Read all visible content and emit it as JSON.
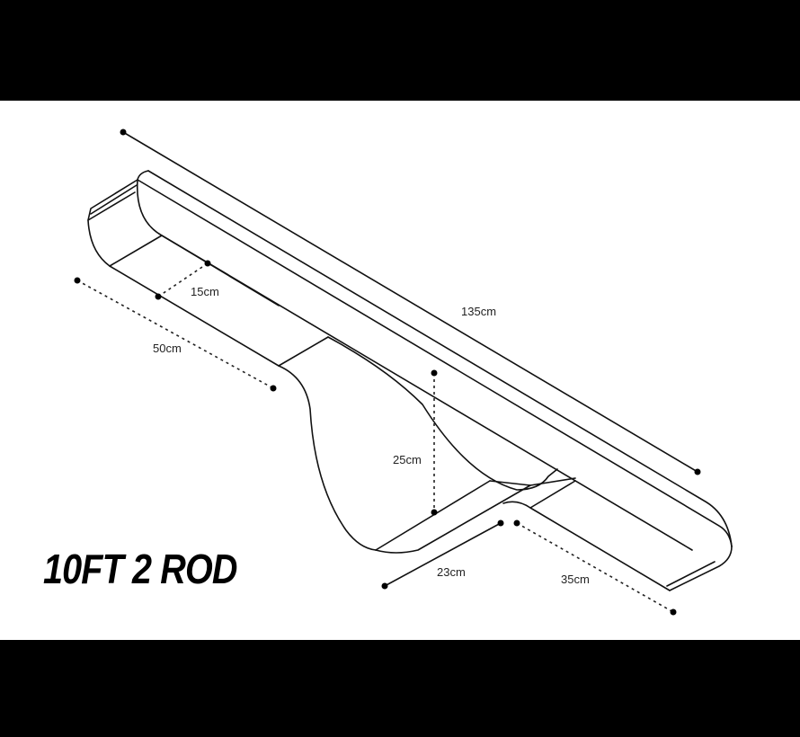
{
  "title": "10FT 2 ROD",
  "dimensions": {
    "total_length": "135cm",
    "left_arm_length": "50cm",
    "arm_width": "15cm",
    "drop_height": "25cm",
    "center_width": "23cm",
    "right_arm_length": "35cm"
  },
  "colors": {
    "background": "#ffffff",
    "frame": "#000000",
    "line": "#111111"
  }
}
